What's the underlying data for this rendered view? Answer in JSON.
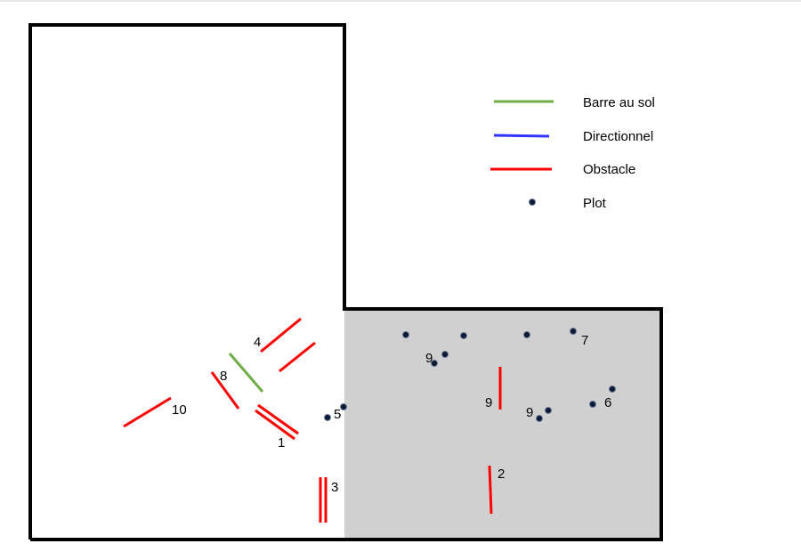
{
  "colors": {
    "barre_au_sol": "#70ad47",
    "directionnel": "#3333ff",
    "obstacle": "#ff0000",
    "plot_fill": "#0d1a33",
    "gray_zone": "#d0d0d0",
    "wall": "#000000"
  },
  "legend": {
    "items": [
      {
        "key": "barre_au_sol",
        "label": "Barre au sol"
      },
      {
        "key": "directionnel",
        "label": "Directionnel"
      },
      {
        "key": "obstacle",
        "label": "Obstacle"
      },
      {
        "key": "plot",
        "label": "Plot"
      }
    ]
  },
  "labels": {
    "l1": "1",
    "l2": "2",
    "l3": "3",
    "l4": "4",
    "l5": "5",
    "l6": "6",
    "l7": "7",
    "l8": "8",
    "l9a": "9",
    "l9b": "9",
    "l9c": "9",
    "l10": "10"
  }
}
